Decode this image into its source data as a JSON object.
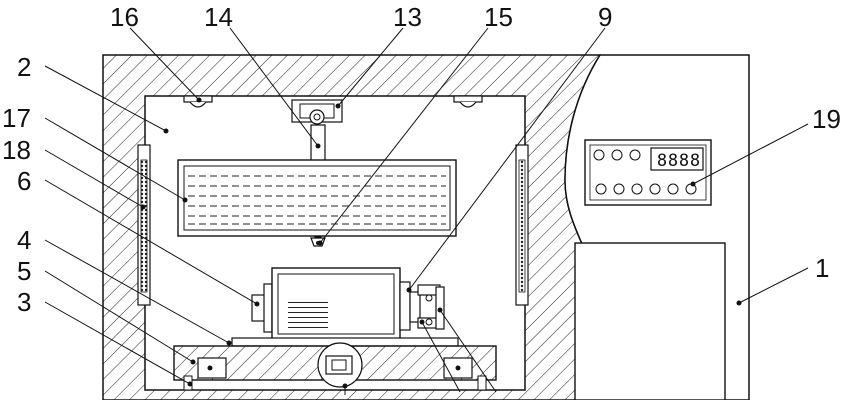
{
  "figure": {
    "part_labels": [
      "16",
      "14",
      "13",
      "15",
      "9",
      "2",
      "17",
      "18",
      "6",
      "4",
      "5",
      "3",
      "19",
      "1"
    ],
    "display_digits": [
      "8",
      "8",
      "8",
      "8"
    ]
  },
  "colors": {
    "ink": "#111111",
    "background": "#ffffff"
  }
}
